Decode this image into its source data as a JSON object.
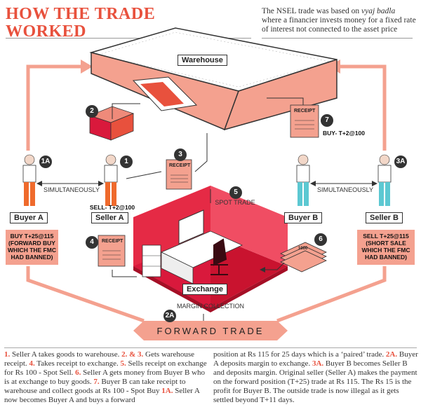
{
  "title": "HOW THE TRADE WORKED",
  "intro": {
    "before": "The NSEL trade was based on ",
    "emphasis": "vyaj badla",
    "after": " where a financier invests money for a fixed rate of interest not connected to the asset price"
  },
  "labels": {
    "warehouse": "Warehouse",
    "exchange": "Exchange",
    "buyer_a": "Buyer A",
    "seller_a": "Seller A",
    "buyer_b": "Buyer B",
    "seller_b": "Seller B",
    "simultaneously_left": "SIMULTANEOUSLY",
    "simultaneously_right": "SIMULTANEOUSLY",
    "spot_trade": "SPOT TRADE",
    "margin_collection": "MARGIN COLLECTION",
    "forward_trade": "FORWARD TRADE",
    "receipt_3": "RECEIPT",
    "receipt_4": "RECEIPT",
    "receipt_7": "RECEIPT",
    "seller_a_trade": "SELL- T+2@100",
    "buyer_b_trade": "BUY- T+2@100",
    "buyer_a_trade": "BUY T+25@115 (FORWARD BUY WHICH THE FMC HAD BANNED)",
    "seller_b_trade": "SELL T+25@115 (SHORT SALE WHICH THE FMC HAD BANNED)",
    "cash_label": "1000"
  },
  "badges": {
    "b1": "1",
    "b1a": "1A",
    "b2": "2",
    "b2a": "2A",
    "b3": "3",
    "b3a": "3A",
    "b4": "4",
    "b5": "5",
    "b6": "6",
    "b7": "7"
  },
  "footer_left": [
    {
      "n": "1.",
      "t": " Seller A takes goods to warehouse. "
    },
    {
      "n": "2. & 3.",
      "t": " Gets warehouse receipt. "
    },
    {
      "n": "4.",
      "t": " Takes receipt to exchange. "
    },
    {
      "n": "5.",
      "t": " Sells receipt on exchange for Rs 100 - Spot Sell. "
    },
    {
      "n": "6.",
      "t": " Seller A gets money from Buyer B who is at exchange to buy goods. "
    },
    {
      "n": "7.",
      "t": " Buyer B can take receipt to warehouse and collect goods at Rs 100 - Spot Buy "
    },
    {
      "n": "1A.",
      "t": " Seller A now becomes Buyer A and buys a forward"
    }
  ],
  "footer_right": [
    {
      "n": "",
      "t": "position at Rs 115 for 25 days which is a ‘paired’ trade. "
    },
    {
      "n": "2A.",
      "t": " Buyer A deposits margin to exchange. "
    },
    {
      "n": "3A.",
      "t": " Buyer B becomes Seller B and deposits margin. Original seller (Seller A) makes the payment on the forward position (T+25) trade at Rs 115. The Rs 15 is the profit for Buyer B. The outside trade is now illegal as it gets settled beyond T+11 days."
    }
  ],
  "colors": {
    "accent": "#e8513d",
    "salmon": "#f4a18f",
    "crimson": "#d9193c",
    "teal": "#5cc8d2",
    "orange": "#ef6a2c"
  }
}
